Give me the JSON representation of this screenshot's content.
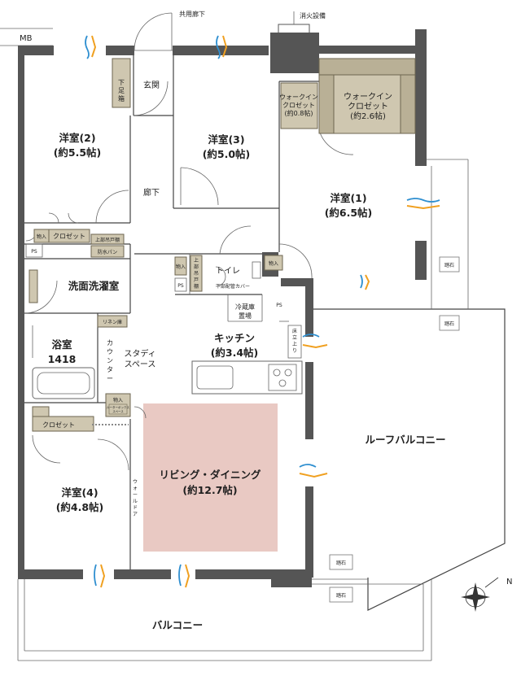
{
  "colors": {
    "wall": "#555555",
    "closet": "#cfc7b0",
    "living_highlight": "#e9c9c3",
    "airflow_blue": "#2f8fd0",
    "airflow_orange": "#f0a020"
  },
  "labels": {
    "common_corridor": "共用廊下",
    "fire_equipment": "消火設備",
    "mb": "MB",
    "shoe_box": [
      "下",
      "足",
      "箱"
    ],
    "entrance": "玄関",
    "hallway": "廊下",
    "room2_name": "洋室(2)",
    "room2_size": "(約5.5帖)",
    "room3_name": "洋室(3)",
    "room3_size": "(約5.0帖)",
    "room1_name": "洋室(1)",
    "room1_size": "(約6.5帖)",
    "wic_large": [
      "ウォークイン",
      "クロゼット",
      "(約2.6帖)"
    ],
    "wic_small": [
      "ウォークイン",
      "クロゼット",
      "(約0.8帖)"
    ],
    "storage": "物入",
    "closet": "クロゼット",
    "ps": "PS",
    "upper_cabinet": "上部吊戸棚",
    "waterproof_pan": "防水パン",
    "toilet": "トイレ",
    "upper_cabinet_short": [
      "上",
      "部",
      "吊",
      "戸",
      "棚"
    ],
    "pipe_cover": "下部配管カバー",
    "washroom": "洗面洗濯室",
    "fridge": [
      "冷蔵庫",
      "置場"
    ],
    "linen": "リネン庫",
    "kitchen_name": "キッチン",
    "kitchen_size": "(約3.4帖)",
    "floor_rise": [
      "床",
      "立",
      "上",
      "り"
    ],
    "bath_name": "浴室",
    "bath_size": "1418",
    "counter": [
      "カ",
      "ウ",
      "ン",
      "タ",
      "ー"
    ],
    "study": [
      "スタディ",
      "スペース"
    ],
    "router_space": [
      "ルーターボックス",
      "スペース"
    ],
    "room4_name": "洋室(4)",
    "room4_size": "(約4.8帖)",
    "wall_door": [
      "ウ",
      "ォ",
      "ー",
      "ル",
      "ド",
      "ア"
    ],
    "living_name": "リビング・ダイニング",
    "living_size": "(約12.7帖)",
    "roof_balcony": "ルーフバルコニー",
    "stepping_stone": "踏石",
    "balcony": "バルコニー",
    "north": "N"
  }
}
